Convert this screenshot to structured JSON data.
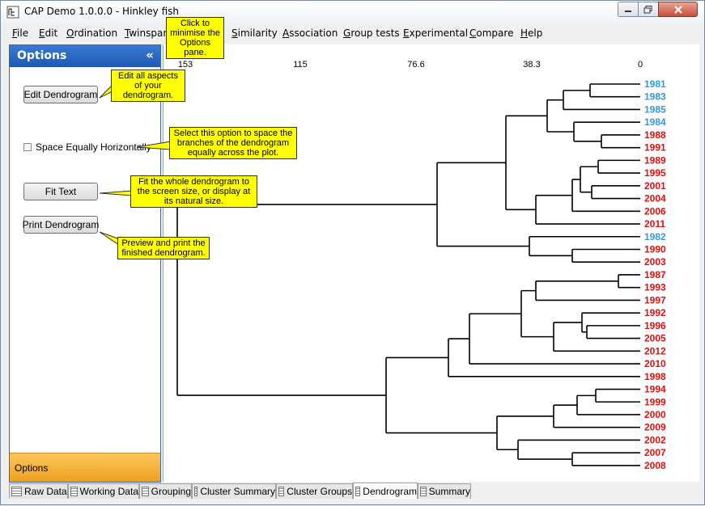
{
  "window": {
    "title": "CAP Demo 1.0.0.0 - Hinkley fish"
  },
  "menu": [
    {
      "label": "File",
      "u": "F",
      "rest": "ile"
    },
    {
      "label": "Edit",
      "u": "E",
      "rest": "dit"
    },
    {
      "label": "Ordination",
      "u": "O",
      "rest": "rdination"
    },
    {
      "label": "Twinspan",
      "u": "T",
      "rest": "winspan"
    },
    {
      "label": "Similarity",
      "u": "S",
      "rest": "imilarity"
    },
    {
      "label": "Association",
      "u": "A",
      "rest": "ssociation"
    },
    {
      "label": "Group tests",
      "u": "G",
      "rest": "roup tests"
    },
    {
      "label": "Experimental",
      "u": "E",
      "rest": "xperimental"
    },
    {
      "label": "Compare",
      "u": "C",
      "rest": "ompare"
    },
    {
      "label": "Help",
      "u": "H",
      "rest": "elp"
    }
  ],
  "options": {
    "title": "Options",
    "collapse_icon": "«",
    "edit_button": "Edit Dendrogram",
    "space_checkbox_label": "Space Equally Horizontally",
    "space_checked": false,
    "fit_button": "Fit Text",
    "print_button": "Print Dendrogram",
    "footer": "Options"
  },
  "callouts": {
    "minimise": "Click to minimise the Options pane.",
    "edit": "Edit all aspects of your dendrogram.",
    "space": "Select this option to space the branches of the dendrogram equally across the plot.",
    "fit": "Fit the whole dendrogram to the screen size, or display at its natural size.",
    "print": "Preview and print the finished dendrogram."
  },
  "tabs": [
    "Raw Data",
    "Working Data",
    "Grouping",
    "Cluster Summary",
    "Cluster Groups",
    "Dendrogram",
    "Summary"
  ],
  "active_tab": "Dendrogram",
  "colors": {
    "label_blue": "#3399dd",
    "label_red": "#e01010",
    "callout": "#ffff00"
  },
  "dendrogram": {
    "axis_ticks": [
      "153",
      "115",
      "76.6",
      "38.3",
      "0"
    ],
    "leaves": [
      {
        "label": "1981",
        "color": "blue"
      },
      {
        "label": "1983",
        "color": "blue"
      },
      {
        "label": "1985",
        "color": "blue"
      },
      {
        "label": "1984",
        "color": "blue"
      },
      {
        "label": "1988",
        "color": "red"
      },
      {
        "label": "1991",
        "color": "red"
      },
      {
        "label": "1989",
        "color": "red"
      },
      {
        "label": "1995",
        "color": "red"
      },
      {
        "label": "2001",
        "color": "red"
      },
      {
        "label": "2004",
        "color": "red"
      },
      {
        "label": "2006",
        "color": "red"
      },
      {
        "label": "2011",
        "color": "red"
      },
      {
        "label": "1982",
        "color": "blue"
      },
      {
        "label": "1990",
        "color": "red"
      },
      {
        "label": "2003",
        "color": "red"
      },
      {
        "label": "1987",
        "color": "red"
      },
      {
        "label": "1993",
        "color": "red"
      },
      {
        "label": "1997",
        "color": "red"
      },
      {
        "label": "1992",
        "color": "red"
      },
      {
        "label": "1996",
        "color": "red"
      },
      {
        "label": "2005",
        "color": "red"
      },
      {
        "label": "2012",
        "color": "red"
      },
      {
        "label": "2010",
        "color": "red"
      },
      {
        "label": "1998",
        "color": "red"
      },
      {
        "label": "1994",
        "color": "red"
      },
      {
        "label": "1999",
        "color": "red"
      },
      {
        "label": "2000",
        "color": "red"
      },
      {
        "label": "2009",
        "color": "red"
      },
      {
        "label": "2002",
        "color": "red"
      },
      {
        "label": "2007",
        "color": "red"
      },
      {
        "label": "2008",
        "color": "red"
      }
    ]
  }
}
